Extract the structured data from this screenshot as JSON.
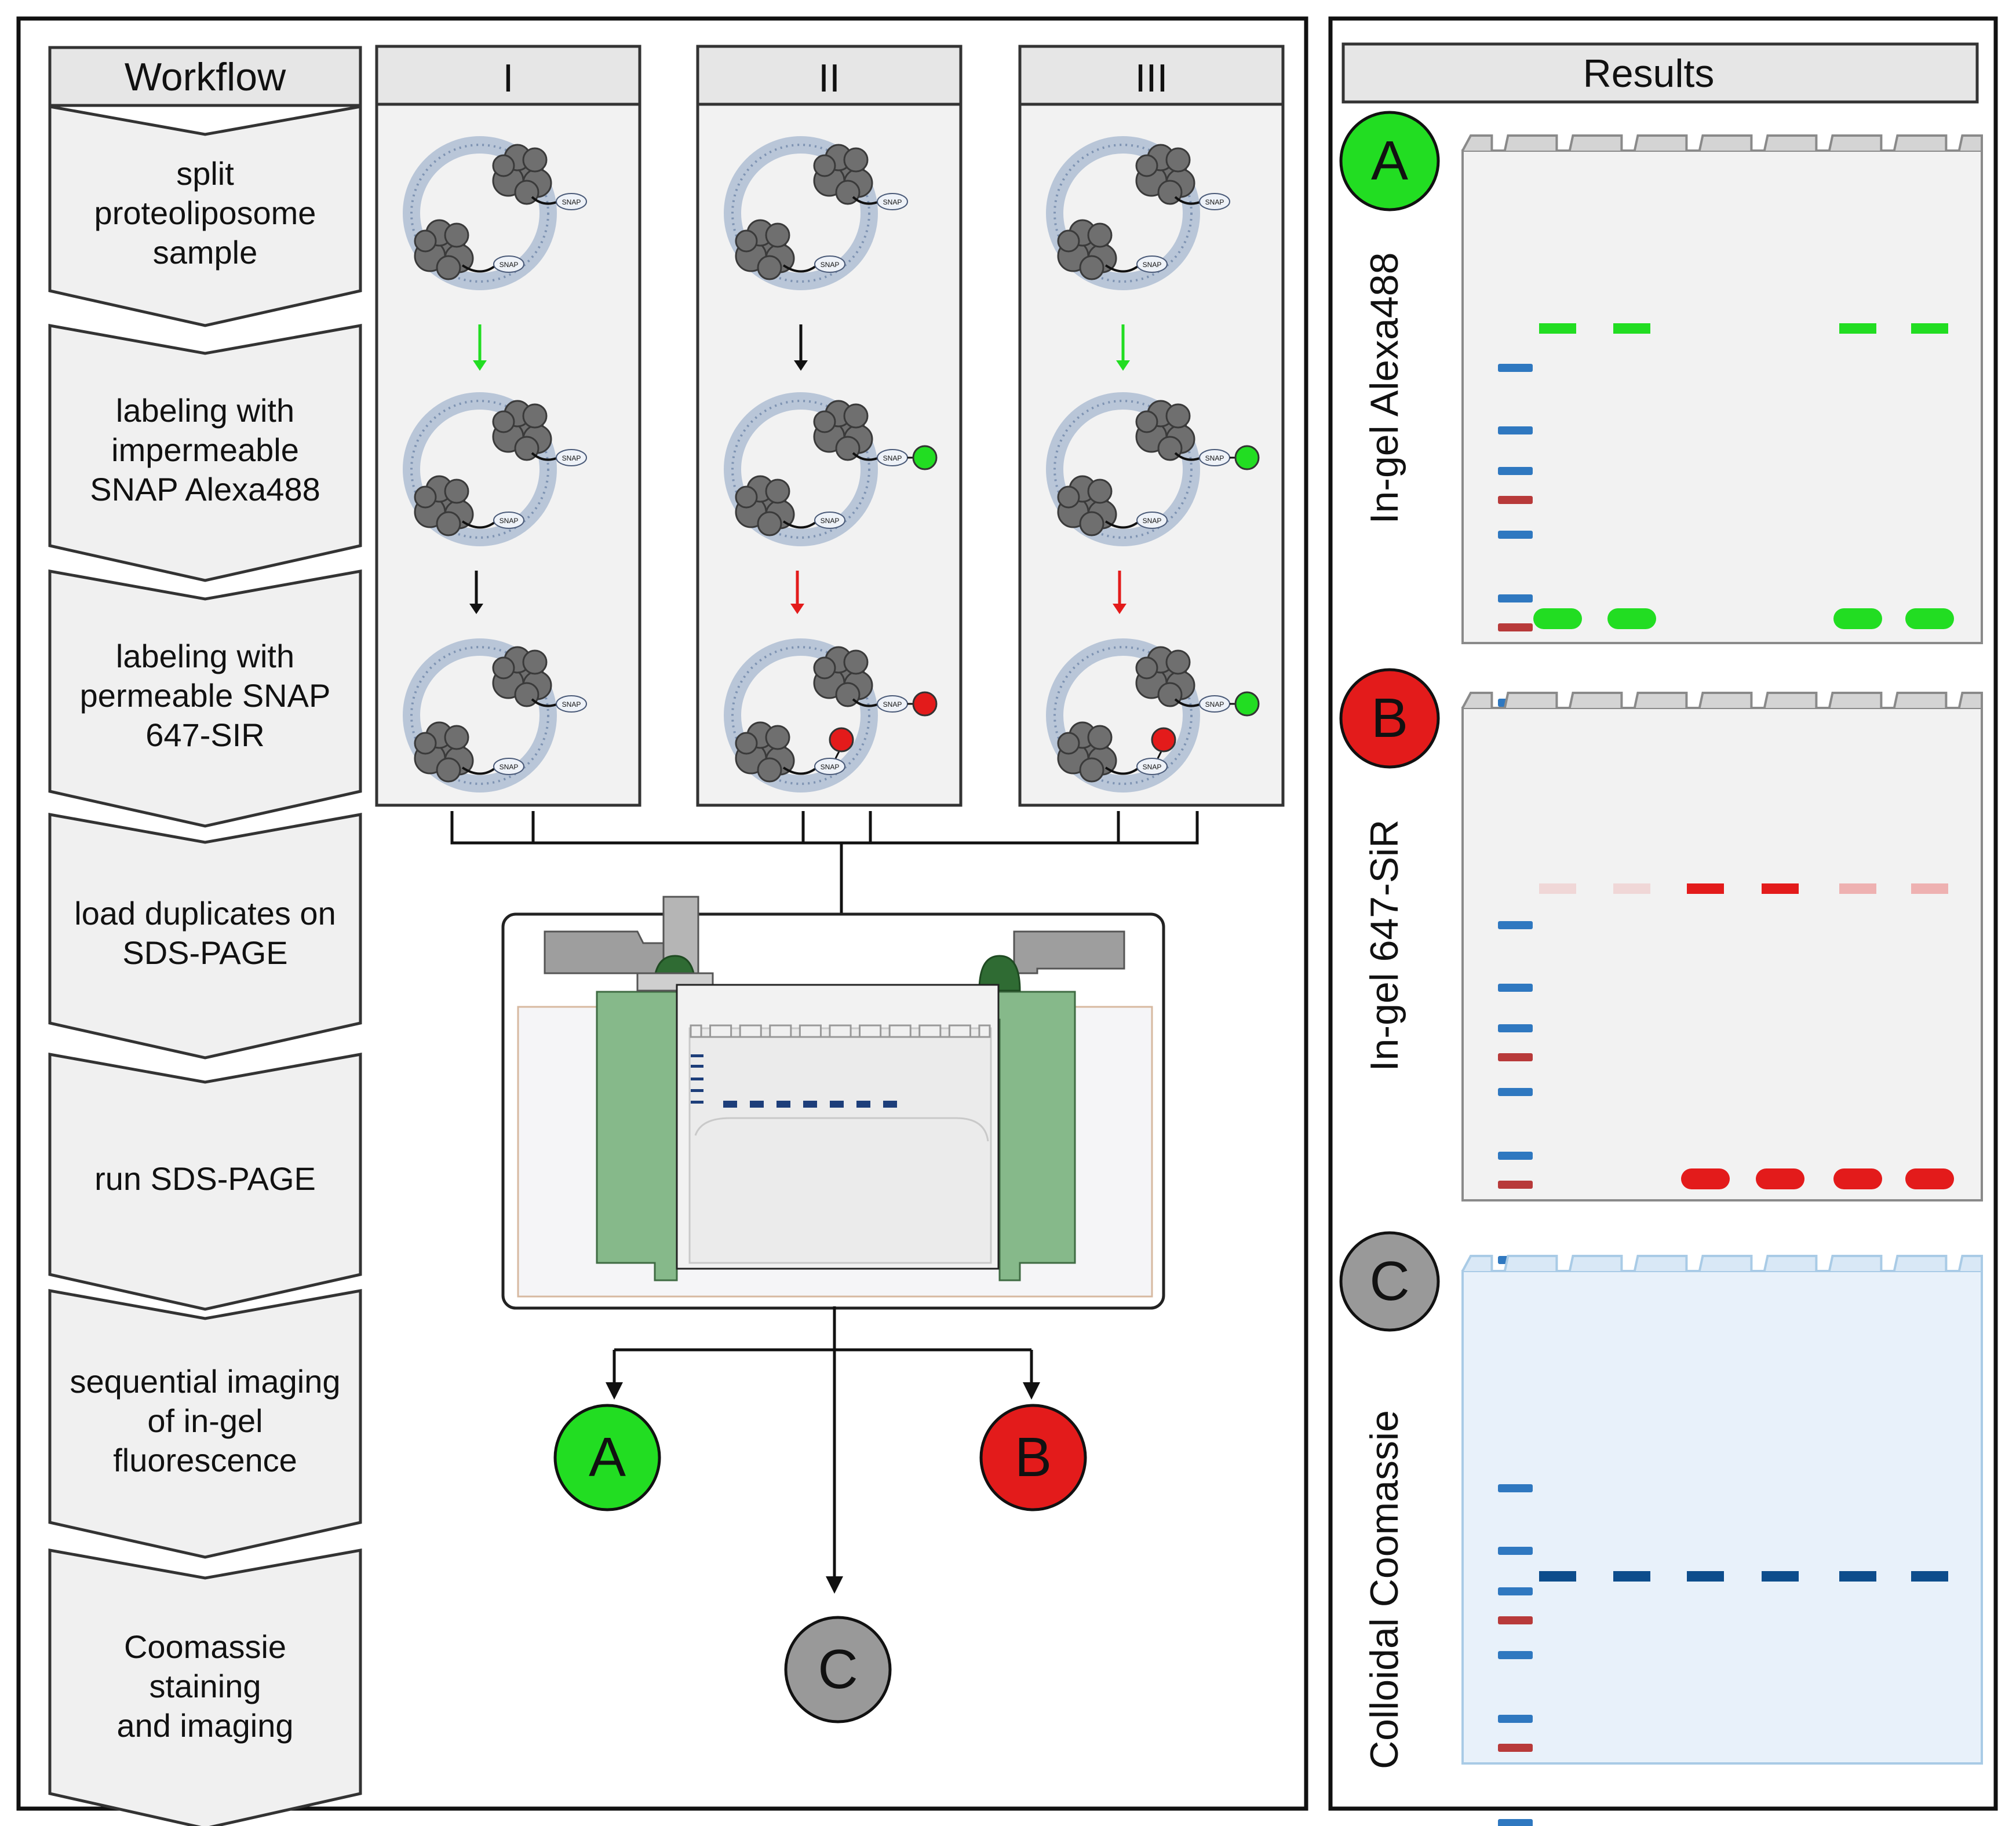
{
  "workflow": {
    "header": "Workflow",
    "steps": [
      [
        "split",
        "proteoliposome",
        "sample"
      ],
      [
        "labeling with",
        "impermeable",
        "SNAP Alexa488"
      ],
      [
        "labeling with",
        "permeable SNAP",
        "647-SIR"
      ],
      [
        "load duplicates on",
        "SDS-PAGE"
      ],
      [
        "run SDS-PAGE"
      ],
      [
        "sequential imaging",
        "of in-gel",
        "fluorescence"
      ],
      [
        "Coomassie",
        "staining",
        "and imaging"
      ]
    ]
  },
  "conditions": {
    "headers": [
      "I",
      "II",
      "III"
    ],
    "tag_label": "SNAP",
    "dye_colors": {
      "alexa488": "#22dd22",
      "sir647": "#e31b1b"
    },
    "arrow_colors": {
      "step1": [
        "#22dd22",
        "#111111",
        "#22dd22"
      ],
      "step2": [
        "#111111",
        "#e31b1b",
        "#e31b1b"
      ]
    },
    "outside_labels": [
      [
        "none",
        "alexa488",
        "alexa488"
      ],
      [
        "none",
        "sir647",
        "alexa488"
      ]
    ],
    "inside_labels": [
      [
        "none",
        "none",
        "none"
      ],
      [
        "none",
        "sir647",
        "sir647"
      ]
    ]
  },
  "outputs": {
    "A": {
      "letter": "A",
      "color": "#22dd22"
    },
    "B": {
      "letter": "B",
      "color": "#e31b1b"
    },
    "C": {
      "letter": "C",
      "color": "#999999"
    }
  },
  "results": {
    "header": "Results",
    "panels": [
      {
        "letter": "A",
        "title": "In-gel Alexa488",
        "band_color": "#22dd22",
        "lane_intensity": [
          1,
          1,
          0,
          0,
          1,
          1
        ],
        "bottom_band": [
          1,
          1,
          0,
          0,
          1,
          1
        ]
      },
      {
        "letter": "B",
        "title": "In-gel 647-SiR",
        "band_color": "#e31b1b",
        "lane_intensity": [
          0.12,
          0.12,
          1,
          1,
          0.3,
          0.3
        ],
        "bottom_band": [
          0,
          0,
          1,
          1,
          1,
          1
        ]
      },
      {
        "letter": "C",
        "title": "Colloidal Coomassie",
        "band_color": "#0d4d8c",
        "lane_intensity": [
          1,
          1,
          1,
          1,
          1,
          1
        ],
        "bottom_band": [
          0,
          0,
          0,
          0,
          0,
          0
        ]
      }
    ]
  }
}
